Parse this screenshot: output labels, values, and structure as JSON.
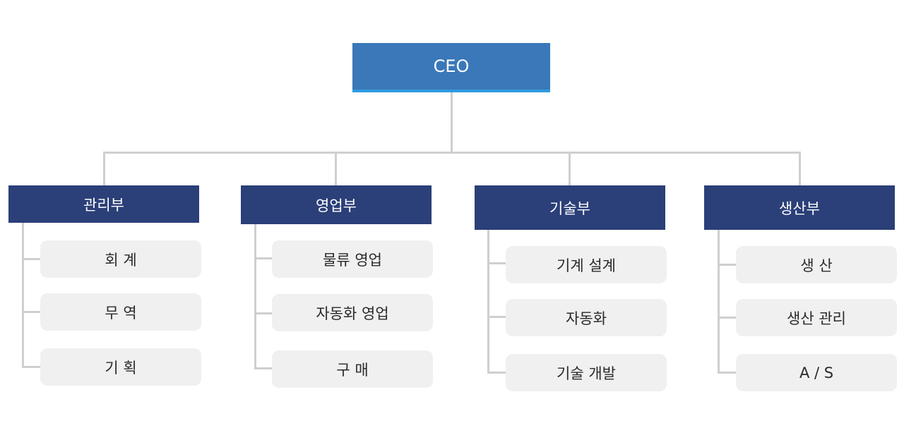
{
  "ceo": {
    "label": "CEO"
  },
  "departments": [
    {
      "name": "관리부",
      "teams": [
        "회 계",
        "무 역",
        "기 획"
      ]
    },
    {
      "name": "영업부",
      "teams": [
        "물류 영업",
        "자동화 영업",
        "구 매"
      ]
    },
    {
      "name": "기술부",
      "teams": [
        "기계 설계",
        "자동화",
        "기술 개발"
      ]
    },
    {
      "name": "생산부",
      "teams": [
        "생 산",
        "생산 관리",
        "A / S"
      ]
    }
  ],
  "colors": {
    "ceo_fill": "#3a78b9",
    "ceo_accent": "#2f9be0",
    "dept_fill": "#2b3f78",
    "team_fill": "#f0f0f0",
    "connector": "#cfcfcf"
  }
}
